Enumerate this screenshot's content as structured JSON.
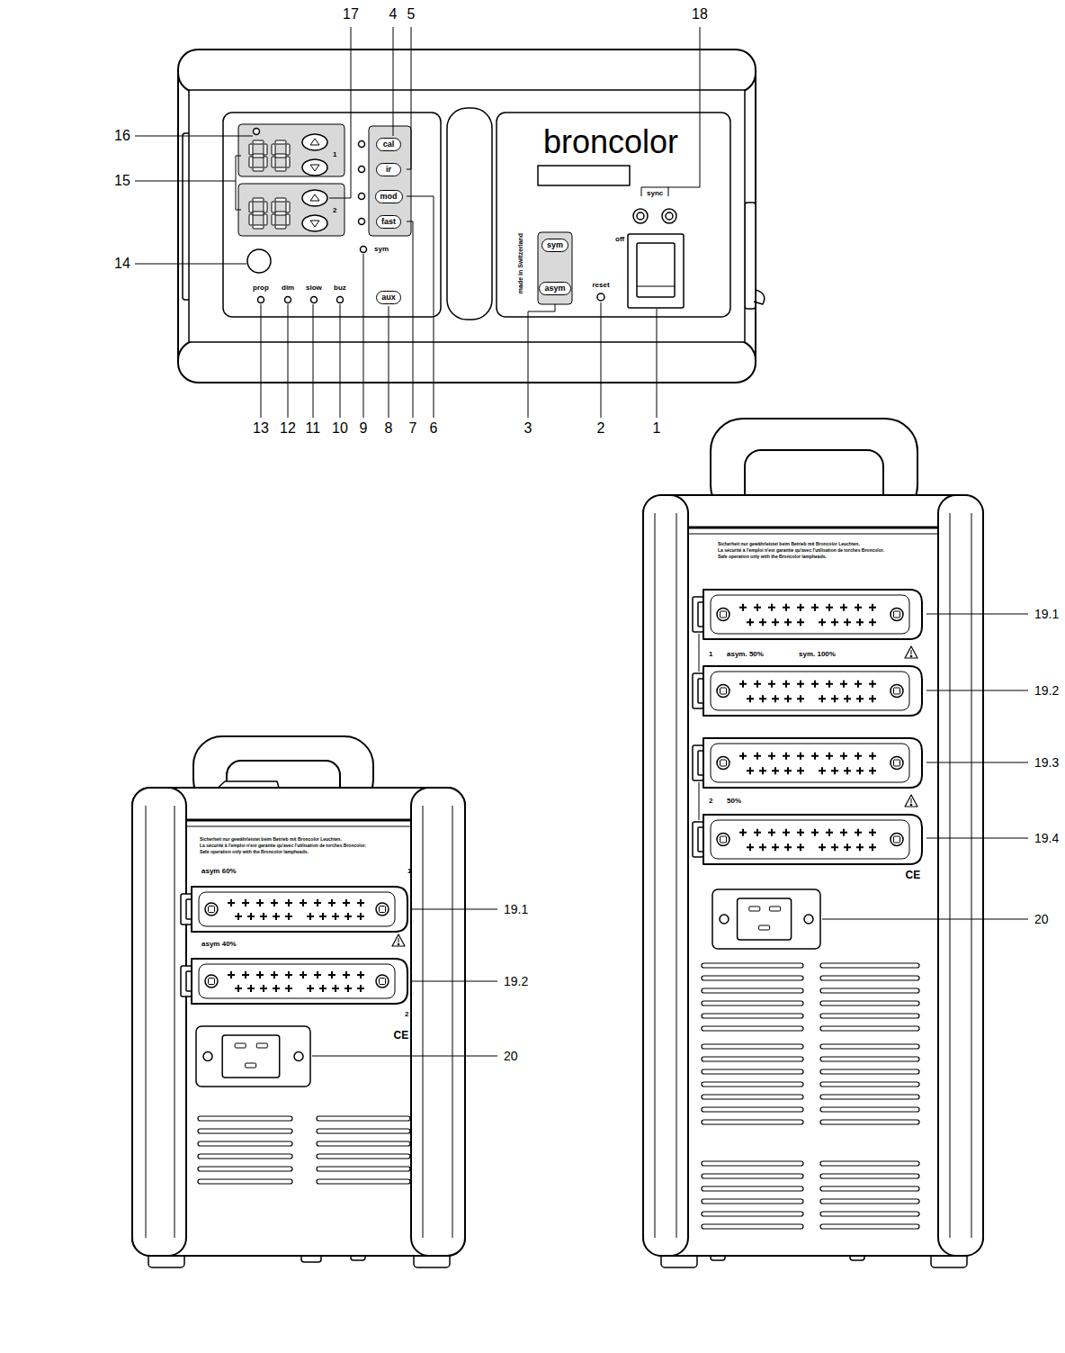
{
  "diagram": {
    "nodes": [
      {
        "text": [
          "cal"
        ]
      },
      {
        "text": [
          "ir"
        ]
      },
      {
        "text": [
          "mod"
        ]
      },
      {
        "text": [
          "fast"
        ]
      },
      {
        "text": [
          "aux"
        ]
      },
      {
        "text": [
          "sym"
        ]
      },
      {
        "text": [
          "asym"
        ]
      }
    ],
    "labels": [
      "17",
      "4",
      "5",
      "18",
      "16",
      "15",
      "14",
      "13",
      "12",
      "11",
      "10",
      "9",
      "8",
      "7",
      "6",
      "3",
      "2",
      "1",
      "broncolor",
      "sync",
      "off",
      "made in Switzerland",
      "reset",
      "1",
      "2",
      "sym",
      "prop",
      "dim",
      "slow",
      "buz",
      "Sicherheit nur gewährleistet beim Betrieb mit Broncolor Leuchten.",
      "La sécurité à l'emploi n'est garantie qu'avec l'utilisation de torches Broncolor.",
      "Safe operation only with the Broncolor lampheads.",
      "asym 60%",
      "1",
      "asym 40%",
      "2",
      "CE",
      "19.1",
      "19.2",
      "20",
      "Sicherheit nur gewährleistet beim Betrieb mit Broncolor Leuchten.",
      "La sécurité à l'emploi n'est garantie qu'avec l'utilisation de torches Broncolor.",
      "Safe operation only with the Broncolor lampheads.",
      "1",
      "asym. 50%",
      "sym. 100%",
      "2",
      "50%",
      "CE",
      "19.1",
      "19.2",
      "19.3",
      "19.4",
      "20"
    ]
  }
}
